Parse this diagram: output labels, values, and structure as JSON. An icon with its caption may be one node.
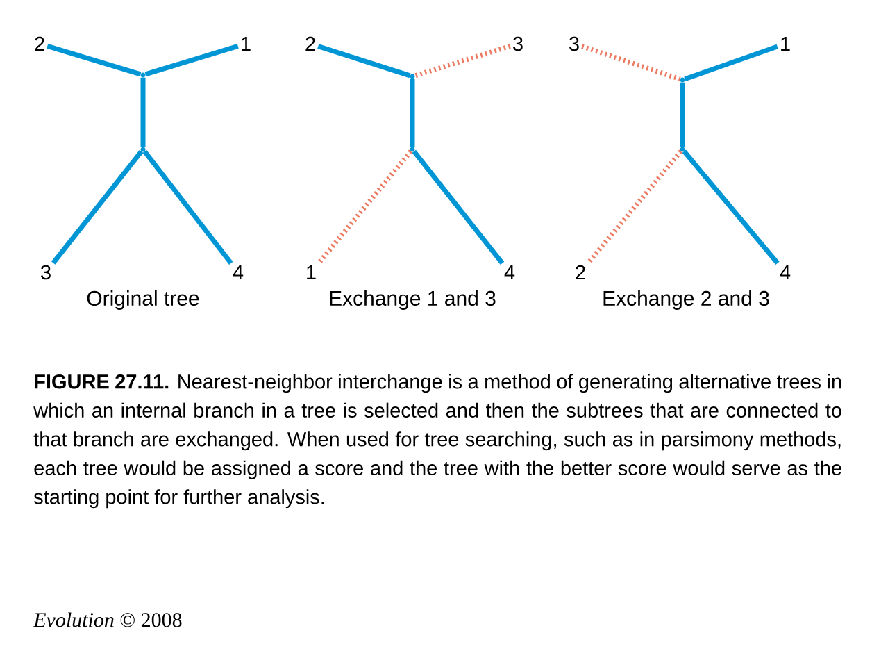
{
  "diagram": {
    "caption": "**FIGURE 27.11.** Nearest-neighbor interchange is a method of generating alternative trees in which an internal branch in a tree is selected and then the subtrees that are connected to that branch are exchanged. When used for tree searching, such as in parsimony methods, each tree would be assigned a score and the tree with the better score would serve as the starting point for further analysis.",
    "nodes": [
      {
        "text": [
          "2"
        ]
      },
      {
        "text": [
          "1"
        ]
      },
      {
        "text": [],
        "shape": "point"
      },
      {
        "text": [],
        "shape": "point"
      },
      {
        "text": [
          "3"
        ]
      },
      {
        "text": [
          "4"
        ]
      },
      {
        "text": [
          "2"
        ]
      },
      {
        "text": [
          "3"
        ]
      },
      {
        "text": [],
        "shape": "point"
      },
      {
        "text": [],
        "shape": "point"
      },
      {
        "text": [
          "1"
        ]
      },
      {
        "text": [
          "4"
        ]
      },
      {
        "text": [
          "3"
        ]
      },
      {
        "text": [
          "1"
        ]
      },
      {
        "text": [],
        "shape": "point"
      },
      {
        "text": [],
        "shape": "point"
      },
      {
        "text": [
          "2"
        ]
      },
      {
        "text": [
          "4"
        ]
      }
    ],
    "edges": [
      {
        "from": 0,
        "to": 2,
        "arrow": "none"
      },
      {
        "from": 1,
        "to": 2,
        "arrow": "none"
      },
      {
        "from": 2,
        "to": 3,
        "arrow": "none"
      },
      {
        "from": 3,
        "to": 4,
        "arrow": "none"
      },
      {
        "from": 3,
        "to": 5,
        "arrow": "none"
      },
      {
        "from": 6,
        "to": 8,
        "arrow": "none"
      },
      {
        "from": 7,
        "to": 8,
        "arrow": "none",
        "style": "dashed",
        "color": "#ec7a60"
      },
      {
        "from": 8,
        "to": 9,
        "arrow": "none"
      },
      {
        "from": 9,
        "to": 10,
        "arrow": "none",
        "style": "dashed",
        "color": "#ec7a60"
      },
      {
        "from": 9,
        "to": 11,
        "arrow": "none"
      },
      {
        "from": 12,
        "to": 14,
        "arrow": "none",
        "style": "dashed",
        "color": "#ec7a60"
      },
      {
        "from": 13,
        "to": 14,
        "arrow": "none"
      },
      {
        "from": 14,
        "to": 15,
        "arrow": "none"
      },
      {
        "from": 15,
        "to": 16,
        "arrow": "none",
        "style": "dashed",
        "color": "#ec7a60"
      },
      {
        "from": 15,
        "to": 17,
        "arrow": "none"
      }
    ],
    "labels": [
      "Original tree",
      "Exchange 1 and 3",
      "Exchange 2 and 3",
      "*Evolution* © 2008"
    ]
  }
}
